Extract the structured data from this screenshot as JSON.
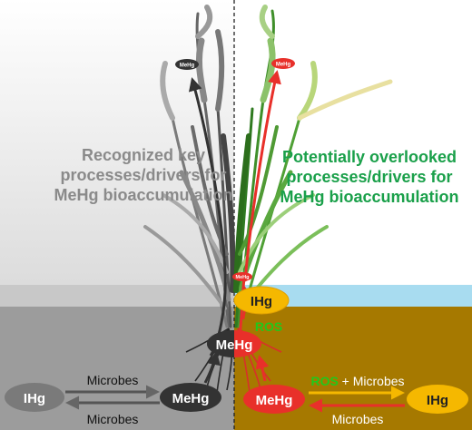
{
  "left_panel": {
    "heading_lines": [
      "Recognized key",
      "processes/drivers for",
      "MeHg bioaccumulation"
    ],
    "heading_color": "#8a8a8a",
    "node_ihg": "IHg",
    "node_mehg_sediment": "MeHg",
    "node_mehg_root": "MeHg",
    "node_mehg_grain": "MeHg",
    "arrow_top_label": "Microbes",
    "arrow_bottom_label": "Microbes"
  },
  "right_panel": {
    "heading_lines": [
      "Potentially overlooked",
      "processes/drivers for",
      "MeHg bioaccumulation"
    ],
    "heading_color": "#1aa04a",
    "node_ihg_water": "IHg",
    "node_ihg_sediment": "IHg",
    "node_mehg_sediment": "MeHg",
    "node_mehg_stem": "MeHg",
    "node_mehg_grain": "MeHg",
    "ros_label": "ROS",
    "arrow_top_ros": "ROS",
    "arrow_top_rest": " + Microbes",
    "arrow_bottom_label": "Microbes"
  },
  "colors": {
    "sky_left": "#e8e8e8",
    "soil_left": "#9c9c9c",
    "water_left": "#c8c8c8",
    "soil_right": "#a67900",
    "water_right": "#a8dcf0",
    "plant_gray": "#5a5a5a",
    "plant_green": "#3f8f2a",
    "mehg_dark": "#333333",
    "mehg_red": "#e8302a",
    "ihg_gray": "#7a7a7a",
    "ihg_yellow": "#f5b800",
    "ros_green": "#22c81a"
  }
}
